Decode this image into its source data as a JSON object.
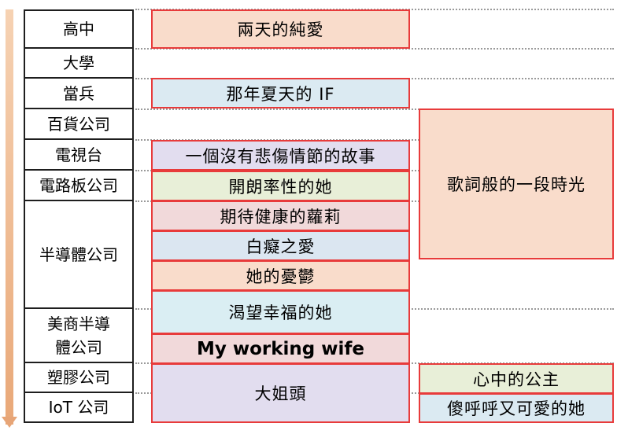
{
  "eras": [
    {
      "label": "高中"
    },
    {
      "label": "大學"
    },
    {
      "label": "當兵"
    },
    {
      "label": "百貨公司"
    },
    {
      "label": "電視台"
    },
    {
      "label": "電路板公司"
    },
    {
      "label": "半導體公司"
    },
    {
      "label": "美商半導體公司"
    },
    {
      "label": "塑膠公司"
    },
    {
      "label": "IoT 公司"
    }
  ],
  "works": [
    {
      "title": "兩天的純愛",
      "color": "#f9dccb"
    },
    {
      "title": "那年夏天的 IF",
      "color": "#dbeaf2"
    },
    {
      "title": "一個沒有悲傷情節的故事",
      "color": "#e2ddef"
    },
    {
      "title": "開朗率性的她",
      "color": "#e8efd8"
    },
    {
      "title": "期待健康的蘿莉",
      "color": "#f1d9da"
    },
    {
      "title": "白癡之愛",
      "color": "#dbe6f1"
    },
    {
      "title": "她的憂鬱",
      "color": "#f9dccb"
    },
    {
      "title": "渴望幸福的她",
      "color": "#daeef3"
    },
    {
      "title": "My working wife",
      "color": "#f1d9da"
    },
    {
      "title": "大姐頭",
      "color": "#e2ddef"
    }
  ],
  "side_works": [
    {
      "title": "歌詞般的一段時光",
      "color": "#f9dccb"
    },
    {
      "title": "心中的公主",
      "color": "#e8efd8"
    },
    {
      "title": "傻呼呼又可愛的她",
      "color": "#dbeaf2"
    }
  ]
}
